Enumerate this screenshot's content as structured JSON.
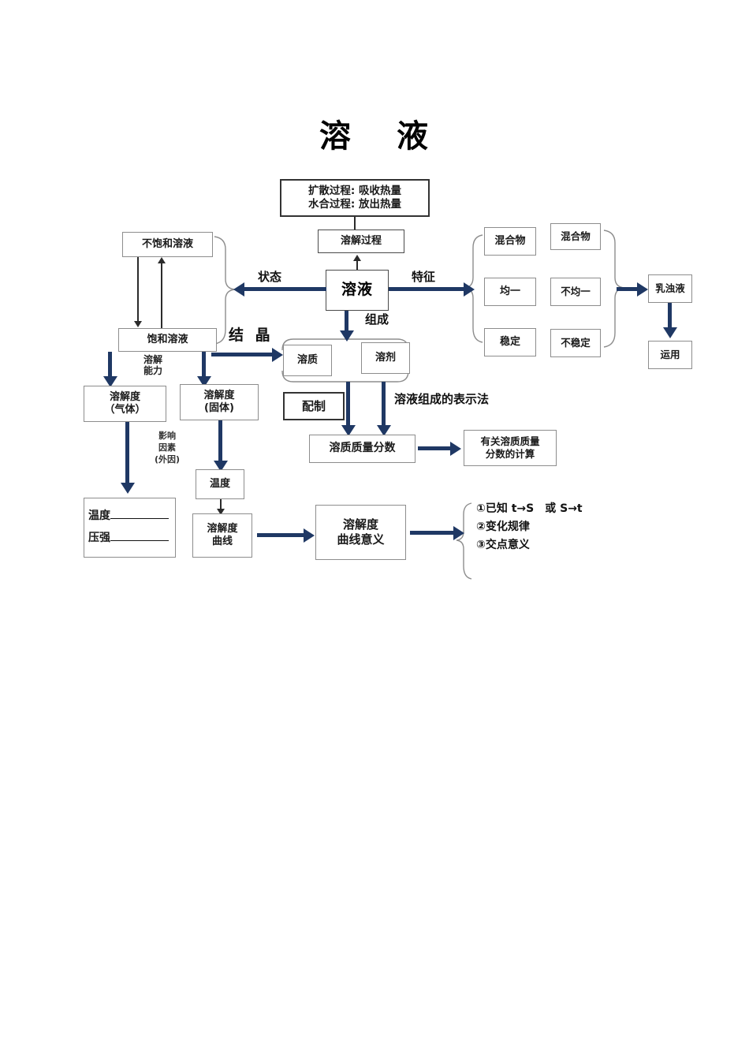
{
  "page": {
    "title_part1": "溶",
    "title_part2": "液"
  },
  "nodes": {
    "dissolve_heat": "扩散过程：吸收热量\n水合过程：放出热量",
    "dissolve_heat_line1": "扩散过程: 吸收热量",
    "dissolve_heat_line2": "水合过程: 放出热量",
    "dissolving_process": "溶解过程",
    "unsaturated": "不饱和溶液",
    "saturated": "饱和溶液",
    "solution": "溶液",
    "solubility_gas_l1": "溶解度",
    "solubility_gas_l2": "（气体）",
    "solubility_solid_l1": "溶解度",
    "solubility_solid_l2": "(固体)",
    "temp_pressure_l1": "温度",
    "temp_pressure_l2": "压强",
    "temperature": "温度",
    "solubility_curve_l1": "溶解度",
    "solubility_curve_l2": "曲线",
    "curve_meaning_l1": "溶解度",
    "curve_meaning_l2": "曲线意义",
    "solute": "溶质",
    "solvent": "溶剂",
    "preparation": "配制",
    "mass_fraction": "溶质质量分数",
    "calc_l1": "有关溶质质量",
    "calc_l2": "分数的计算",
    "mixture_1": "混合物",
    "uniform": "均一",
    "stable": "稳定",
    "mixture_2": "混合物",
    "non_uniform": "不均一",
    "unstable": "不稳定",
    "emulsion": "乳浊液",
    "application": "运用"
  },
  "edge_labels": {
    "state": "状态",
    "feature": "特征",
    "composition": "组成",
    "crystallization": "结 晶",
    "dissolving_ability_l1": "溶解",
    "dissolving_ability_l2": "能力",
    "influencing_l1": "影响",
    "influencing_l2": "因素",
    "influencing_l3": "(外因)",
    "expression_method": "溶液组成的表示法"
  },
  "curve_meaning_items": [
    "①已知 t→S　或 S→t",
    "②变化规律",
    "③交点意义"
  ],
  "colors": {
    "arrow_navy": "#1f3864",
    "box_border": "#8d8d8d",
    "text": "#111111",
    "background": "#ffffff"
  }
}
